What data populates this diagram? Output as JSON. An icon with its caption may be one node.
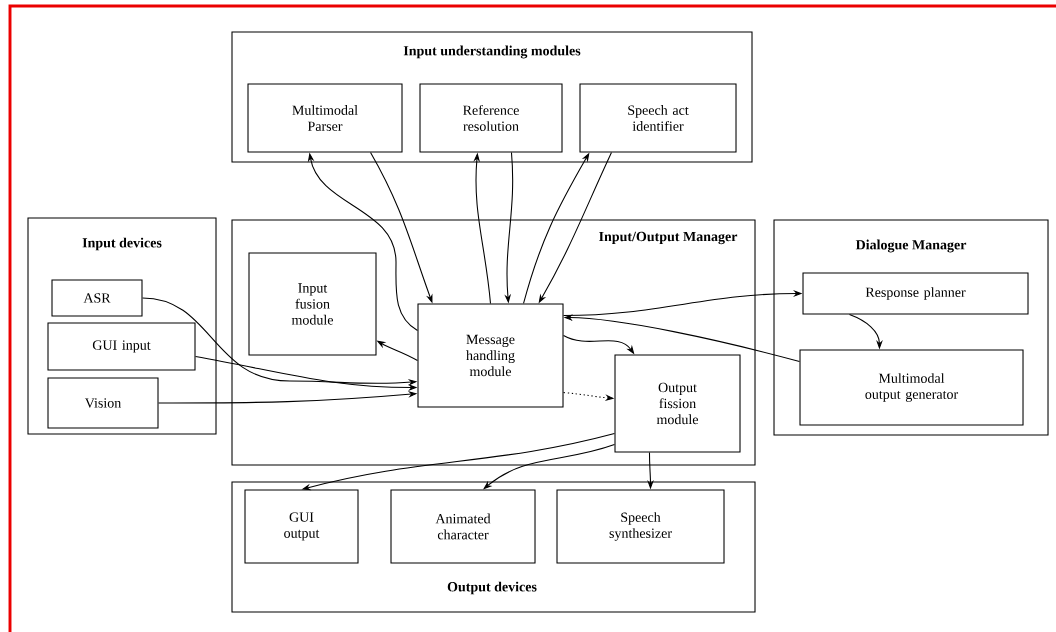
{
  "diagram": {
    "nodes": [
      {
        "text": [
          "Input understanding modules"
        ]
      },
      {
        "text": [
          "Multimodal Parser"
        ],
        "in": 0
      },
      {
        "text": [
          "Reference resolution"
        ],
        "in": 0
      },
      {
        "text": [
          "Speech act identifier"
        ],
        "in": 0
      },
      {
        "text": [
          "Input devices"
        ]
      },
      {
        "text": [
          "ASR"
        ],
        "in": 4
      },
      {
        "text": [
          "GUI input"
        ],
        "in": 4
      },
      {
        "text": [
          "Vision"
        ],
        "in": 4
      },
      {
        "text": [
          "Input/Output Manager"
        ]
      },
      {
        "text": [
          "Input fusion module"
        ],
        "in": 8
      },
      {
        "text": [
          "Message handling module"
        ],
        "in": 8
      },
      {
        "text": [
          "Output fission module"
        ],
        "in": 8
      },
      {
        "text": [
          "Dialogue Manager"
        ]
      },
      {
        "text": [
          "Response planner"
        ],
        "in": 12
      },
      {
        "text": [
          "Multimodal output generator"
        ],
        "in": 12
      },
      {
        "text": [
          "Output devices"
        ]
      },
      {
        "text": [
          "GUI output"
        ],
        "in": 15
      },
      {
        "text": [
          "Animated character"
        ],
        "in": 15
      },
      {
        "text": [
          "Speech synthesizer"
        ],
        "in": 15
      }
    ],
    "edges": [
      {
        "from": 1,
        "to": 10,
        "arrow": "to"
      },
      {
        "from": 10,
        "to": 1,
        "arrow": "to"
      },
      {
        "from": 10,
        "to": 2,
        "arrow": "to"
      },
      {
        "from": 2,
        "to": 10,
        "arrow": "to"
      },
      {
        "from": 10,
        "to": 3,
        "arrow": "to"
      },
      {
        "from": 3,
        "to": 10,
        "arrow": "to"
      },
      {
        "from": 5,
        "to": 10,
        "arrow": "to"
      },
      {
        "from": 6,
        "to": 10,
        "arrow": "to"
      },
      {
        "from": 7,
        "to": 10,
        "arrow": "to"
      },
      {
        "from": 10,
        "to": 9,
        "arrow": "to"
      },
      {
        "from": 10,
        "to": 13,
        "arrow": "to"
      },
      {
        "from": 13,
        "to": 14,
        "arrow": "to"
      },
      {
        "from": 14,
        "to": 10,
        "arrow": "to"
      },
      {
        "from": 10,
        "to": 11,
        "arrow": "to"
      },
      {
        "from": 10,
        "to": 11,
        "arrow": "to",
        "style": "dashed"
      },
      {
        "from": 11,
        "to": 16,
        "arrow": "to"
      },
      {
        "from": 11,
        "to": 17,
        "arrow": "to"
      },
      {
        "from": 11,
        "to": 18,
        "arrow": "to"
      }
    ]
  }
}
